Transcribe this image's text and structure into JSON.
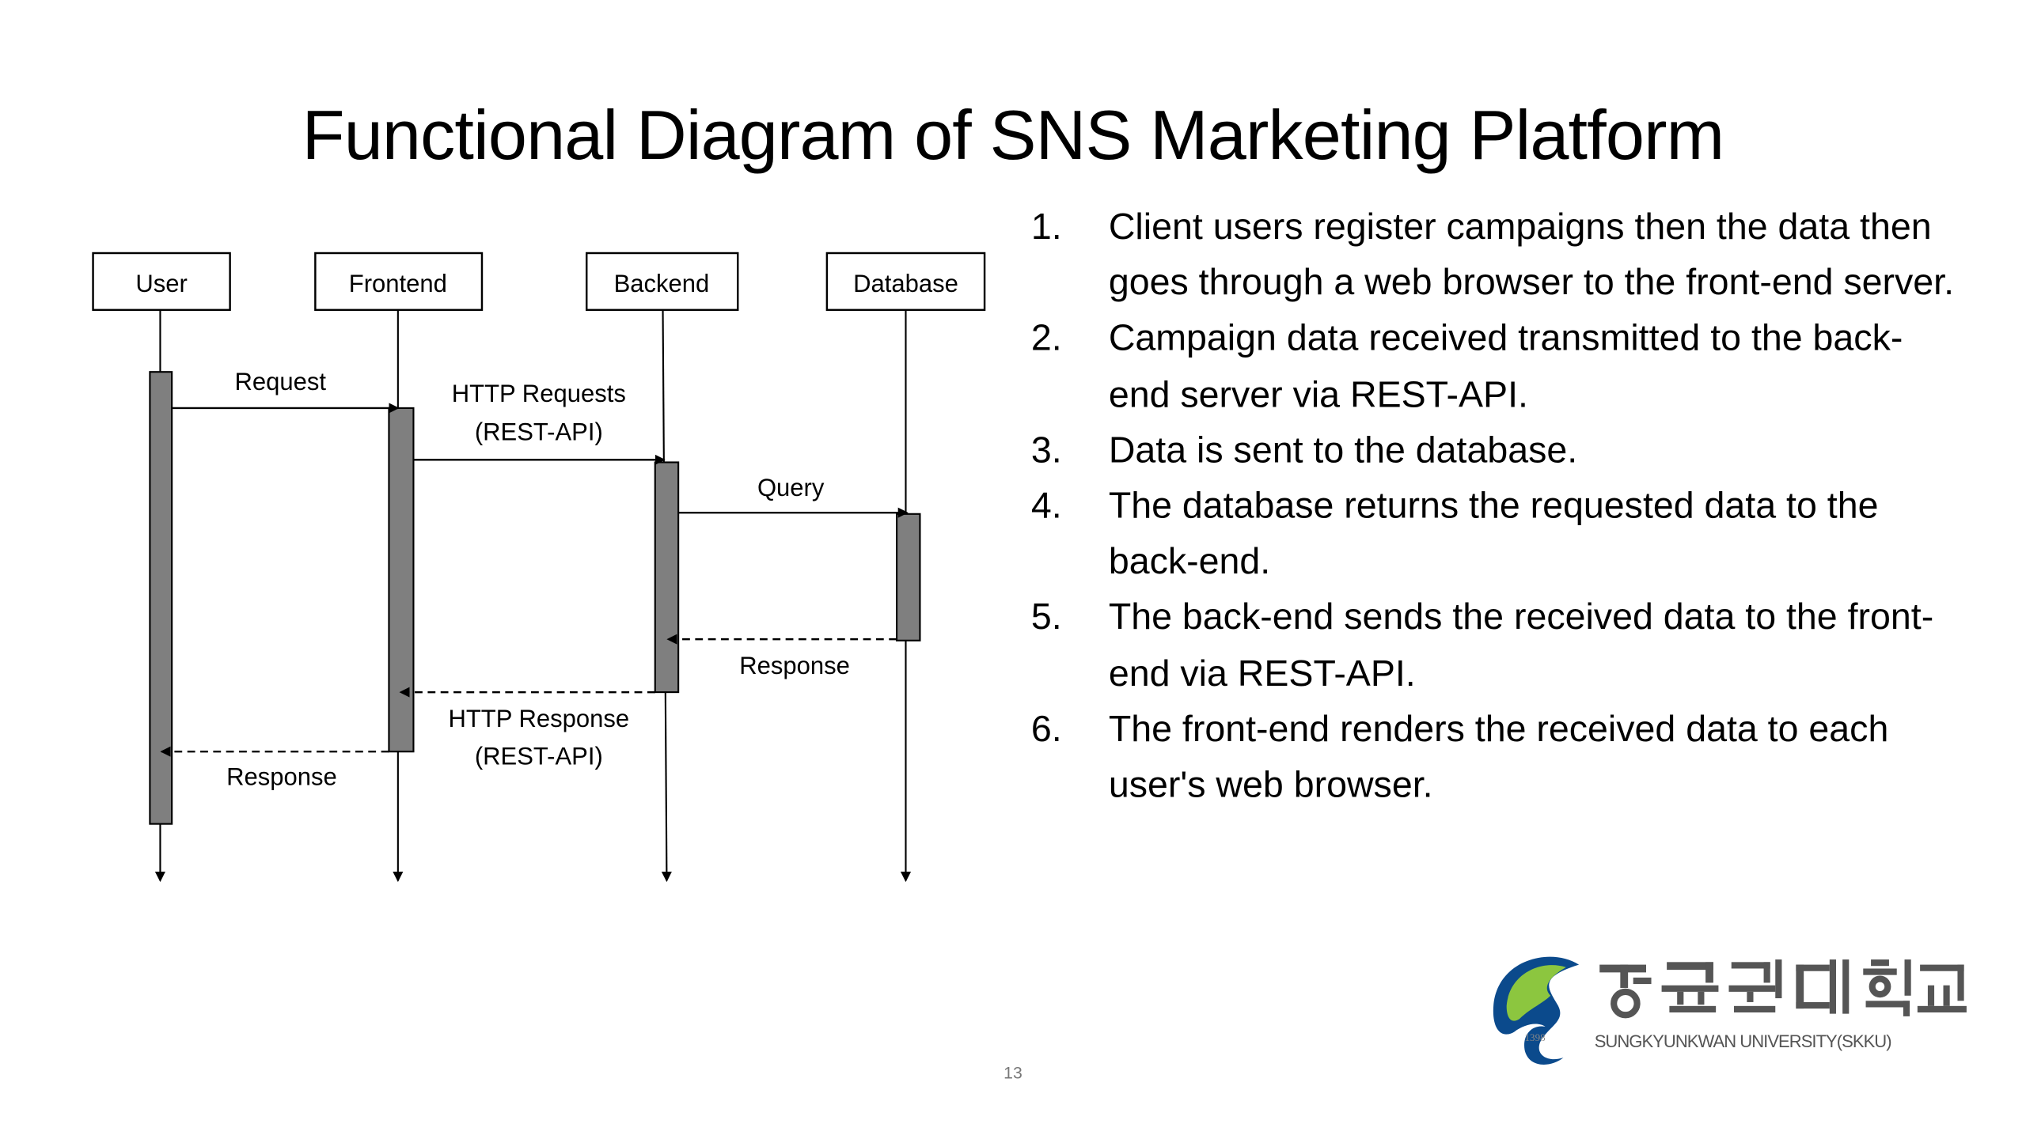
{
  "slide": {
    "title": "Functional Diagram of SNS Marketing Platform",
    "page_number": "13"
  },
  "diagram": {
    "participants": [
      "User",
      "Frontend",
      "Backend",
      "Database"
    ],
    "messages": {
      "request": "Request",
      "http_requests_line1": "HTTP Requests",
      "http_requests_line2": "(REST-API)",
      "query": "Query",
      "db_response": "Response",
      "http_response_line1": "HTTP Response",
      "http_response_line2": "(REST-API)",
      "user_response": "Response"
    }
  },
  "steps": [
    {
      "num": "1.",
      "text": "Client users register campaigns then the data then goes through a web browser to the front-end server."
    },
    {
      "num": "2.",
      "text": "Campaign data received transmitted to the back-end server via REST-API."
    },
    {
      "num": "3.",
      "text": "Data is sent to the database."
    },
    {
      "num": "4.",
      "text": "The database returns the requested data to the back-end."
    },
    {
      "num": "5.",
      "text": "The back-end sends the received data to the front-end via REST-API."
    },
    {
      "num": "6.",
      "text": "The front-end renders the received data to each user's web browser."
    }
  ],
  "logo": {
    "korean_name": "성균관대학교",
    "english_name": "SUNGKYUNKWAN UNIVERSITY(SKKU)",
    "year": "1398",
    "colors": {
      "blue": "#0b4a8c",
      "green": "#8cc63f",
      "gray": "#555555"
    }
  }
}
